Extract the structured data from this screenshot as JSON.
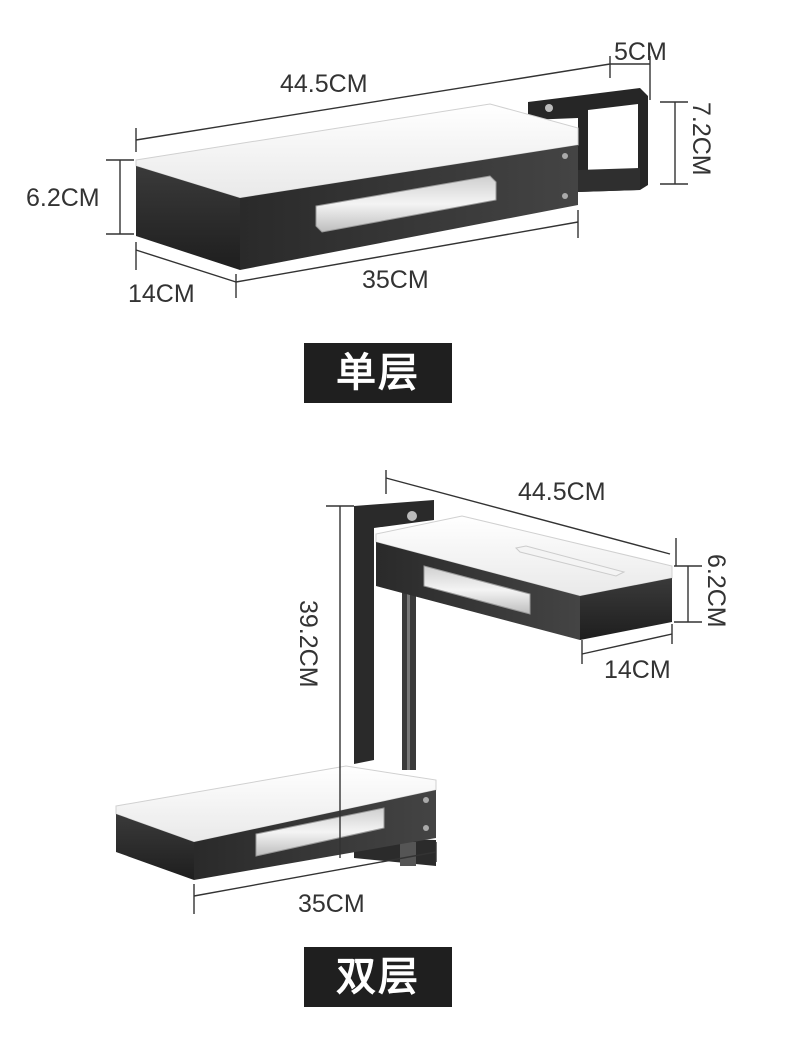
{
  "single": {
    "label": "单层",
    "dims": {
      "length_top": "44.5CM",
      "bracket_width": "5CM",
      "bracket_height": "7.2CM",
      "height": "6.2CM",
      "depth": "14CM",
      "length_bottom": "35CM"
    }
  },
  "double": {
    "label": "双层",
    "dims": {
      "length_top": "44.5CM",
      "height": "6.2CM",
      "depth": "14CM",
      "total_height": "39.2CM",
      "length_bottom": "35CM"
    }
  },
  "colors": {
    "frame": "#2b2b2b",
    "tray_top": "#ffffff",
    "label_bg": "#1f1f1f"
  }
}
